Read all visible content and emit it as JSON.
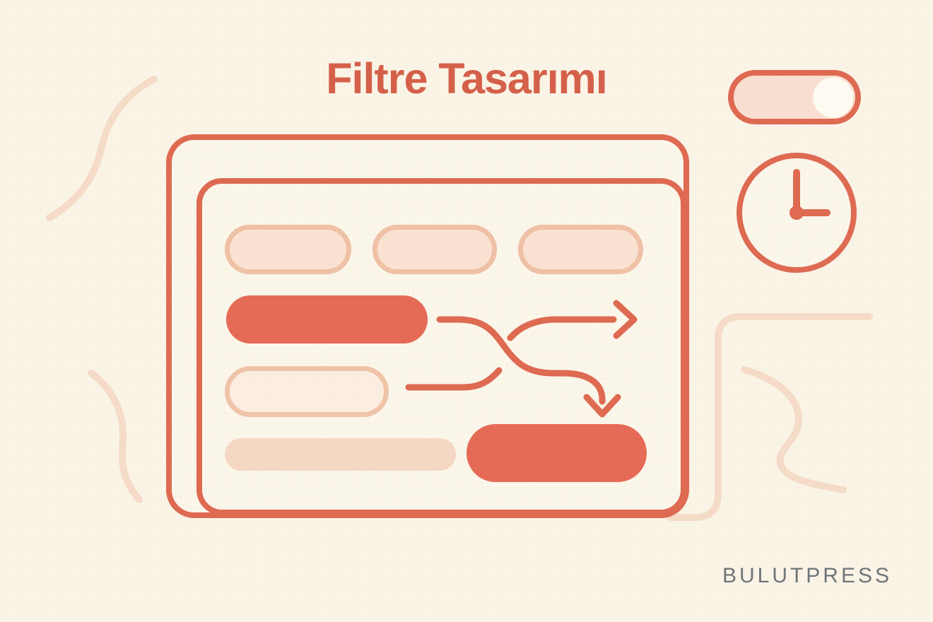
{
  "title": {
    "text": "Filtre Tasarımı"
  },
  "brand": {
    "text": "BULUTPRESS"
  },
  "icons": [
    "toggle-on-icon",
    "clock-icon",
    "arrow-right-icon",
    "arrow-down-icon"
  ],
  "illustration": {
    "toggle": {
      "state": "on"
    },
    "clock": {
      "time": "3:00"
    },
    "filter_slots": [
      {
        "row": 1,
        "variant": "placeholder"
      },
      {
        "row": 1,
        "variant": "placeholder"
      },
      {
        "row": 1,
        "variant": "placeholder"
      },
      {
        "row": 2,
        "variant": "active"
      },
      {
        "row": 3,
        "variant": "placeholder"
      },
      {
        "row": 4,
        "variant": "placeholder"
      },
      {
        "row": 4,
        "variant": "active"
      }
    ],
    "arrows": [
      {
        "from": "active-pill-row-2",
        "direction": "down-right",
        "head": "down"
      },
      {
        "from": "placeholder-pill-row-3",
        "direction": "up-right",
        "head": "right"
      }
    ]
  },
  "colors": {
    "background": "#FAF4E7",
    "card_fill": "#FBF6EA",
    "accent": "#DE6A52",
    "accent_strong": "#E56B56",
    "title": "#D5604A",
    "pill_light_fill": "#FAE2D3",
    "pill_light_border": "#EFC1A6",
    "pill_lighter_fill": "#FBEEE1",
    "pill_lighter_border": "#F0C4A9",
    "pill_soft_fill": "#F5D8C4",
    "toggle_fill": "#F9DFD2",
    "knob_fill": "#FEFBF2",
    "decor_line": "#F5DCC8",
    "brand_text": "#6E7478"
  }
}
